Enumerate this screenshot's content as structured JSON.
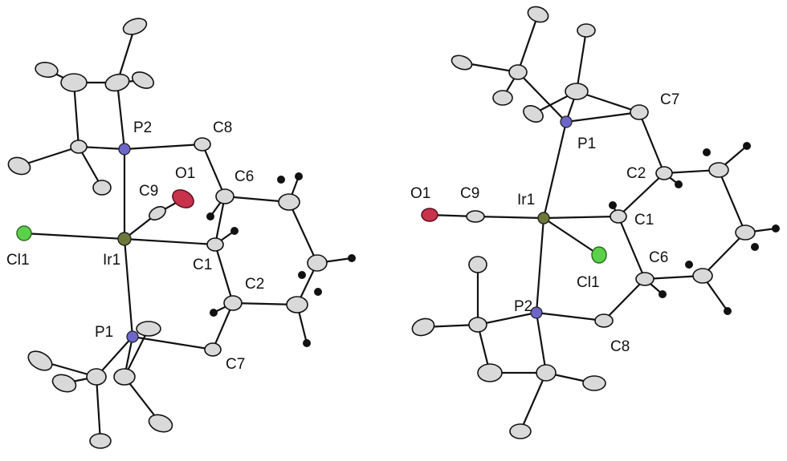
{
  "molecules": [
    {
      "labels": {
        "ir": "Ir1",
        "cl": "Cl1",
        "p_top": "P2",
        "p_bottom": "P1",
        "o": "O1",
        "c_carbonyl": "C9",
        "c_ring1": "C1",
        "c_ring2": "C2",
        "c_ring6": "C6",
        "c_ch2_top": "C8",
        "c_ch2_bottom": "C7"
      }
    },
    {
      "labels": {
        "ir": "Ir1",
        "cl": "Cl1",
        "p_top": "P1",
        "p_bottom": "P2",
        "o": "O1",
        "c_carbonyl": "C9",
        "c_ring1": "C1",
        "c_ring2": "C2",
        "c_ring6": "C6",
        "c_ch2_top": "C7",
        "c_ch2_bottom": "C8"
      }
    }
  ],
  "colors": {
    "iridium": "#6b7a3a",
    "phosphorus": "#6d66c9",
    "chlorine": "#5bd14a",
    "oxygen": "#c8324a",
    "carbon": "#d9d9d9",
    "hydrogen": "#111111"
  }
}
